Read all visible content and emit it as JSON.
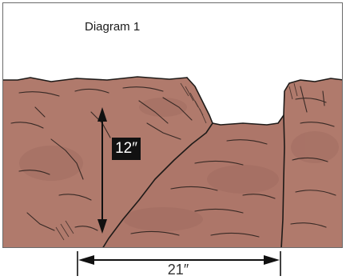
{
  "diagram": {
    "title": "Diagram 1",
    "height_label": "12″",
    "width_label": "21″"
  },
  "colors": {
    "rock": "#b07a6c",
    "rock_shadow": "#9a665b",
    "ink": "#1e1a18",
    "frame": "#6b6b6b",
    "background": "#ffffff"
  }
}
